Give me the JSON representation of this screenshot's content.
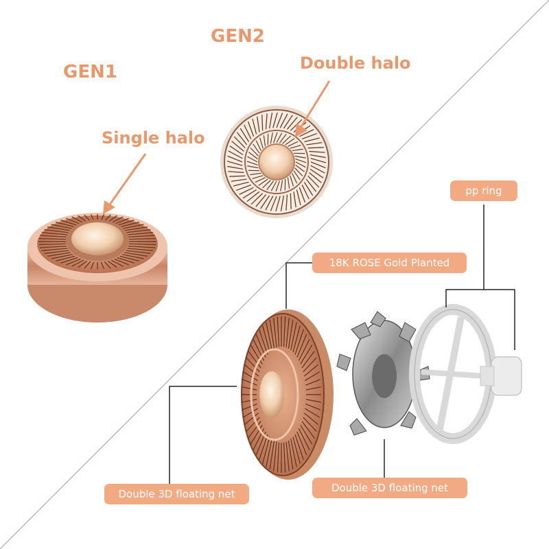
{
  "colors": {
    "accent": "#e8986a",
    "label_fill": "#f2aa83",
    "rose_gold": "#d4956e",
    "connector": "#222222"
  },
  "headings": {
    "gen1": "GEN1",
    "gen2": "GEN2",
    "single_halo": "Single halo",
    "double_halo": "Double halo"
  },
  "callouts": {
    "pp_ring": "pp ring",
    "gold_planted": "18K ROSE Gold Planted",
    "net_left": "Double 3D floating net",
    "net_right": "Double 3D floating net"
  }
}
